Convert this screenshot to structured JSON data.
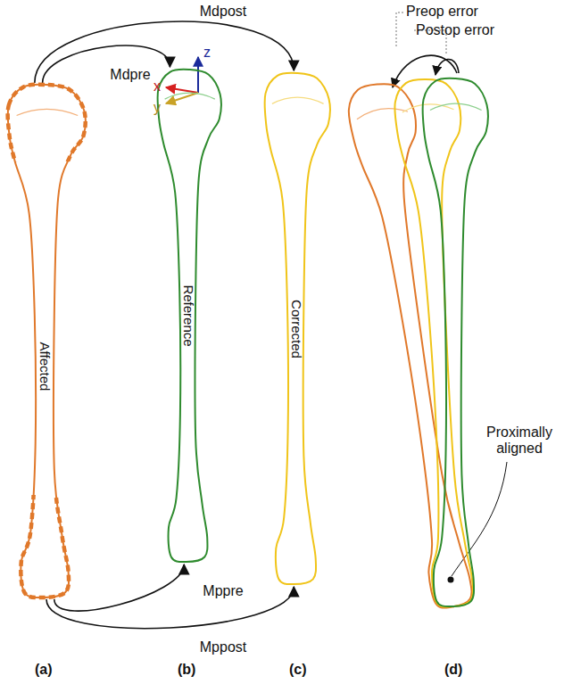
{
  "diagram": {
    "nodes": [
      {
        "text": [
          "Affected"
        ]
      },
      {
        "text": [
          "Reference"
        ]
      },
      {
        "text": [
          "Corrected"
        ]
      }
    ],
    "edges": [
      {
        "from": 0,
        "to": 1,
        "label": "Mdpre",
        "arrow": "to"
      },
      {
        "from": 0,
        "to": 1,
        "label": "Mppre",
        "arrow": "to"
      },
      {
        "from": 0,
        "to": 2,
        "label": "Mdpost",
        "arrow": "to"
      },
      {
        "from": 0,
        "to": 2,
        "label": "Mppost",
        "arrow": "to"
      }
    ],
    "labels": [
      "x",
      "y",
      "z",
      "Preop error",
      "Postop error",
      "Proximally aligned",
      "(a)",
      "(b)",
      "(c)",
      "(d)"
    ]
  }
}
